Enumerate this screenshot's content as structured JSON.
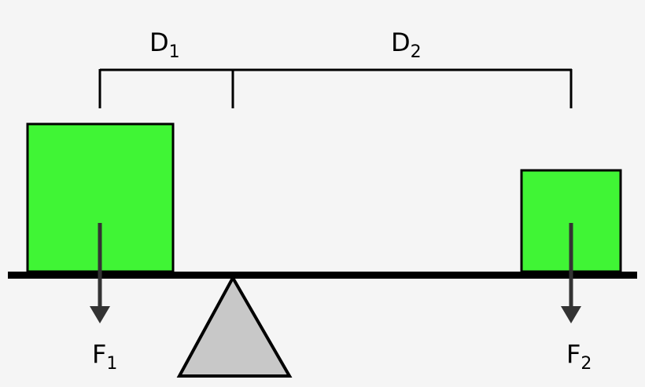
{
  "labels": {
    "d1": "D",
    "d1_sub": "1",
    "d2": "D",
    "d2_sub": "2",
    "f1": "F",
    "f1_sub": "1",
    "f2": "F",
    "f2_sub": "2"
  },
  "colors": {
    "block": "#40f535",
    "fulcrum": "#c8c8c8",
    "arrow": "#333333",
    "background": "#f5f5f5"
  }
}
